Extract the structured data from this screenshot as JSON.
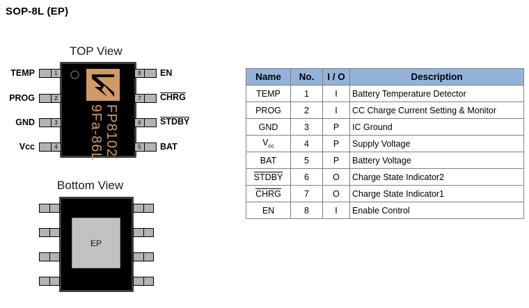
{
  "title": "SOP-8L (EP)",
  "colors": {
    "header_blue": "#93b3db",
    "logo_tan": "#cf9a64",
    "body_black": "#000000",
    "lead_gray": "#b3b3b3",
    "ep_gray": "#c2c2c2"
  },
  "top_view": {
    "heading": "TOP View",
    "marking": {
      "line1": "FP8102",
      "line2": "9Fa-86L"
    },
    "left_pins": [
      {
        "num": "1",
        "label": "TEMP",
        "overline": false
      },
      {
        "num": "2",
        "label": "PROG",
        "overline": false
      },
      {
        "num": "3",
        "label": "GND",
        "overline": false
      },
      {
        "num": "4",
        "label": "Vcc",
        "overline": false
      }
    ],
    "right_pins": [
      {
        "num": "8",
        "label": "EN",
        "overline": false
      },
      {
        "num": "7",
        "label": "CHRG",
        "overline": true
      },
      {
        "num": "6",
        "label": "STDBY",
        "overline": true
      },
      {
        "num": "5",
        "label": "BAT",
        "overline": false
      }
    ]
  },
  "bottom_view": {
    "heading": "Bottom View",
    "pad_label": "EP"
  },
  "pin_table": {
    "headers": [
      "Name",
      "No.",
      "I / O",
      "Description"
    ],
    "rows": [
      {
        "name": "TEMP",
        "overline": false,
        "no": "1",
        "io": "I",
        "desc": "Battery Temperature Detector"
      },
      {
        "name": "PROG",
        "overline": false,
        "no": "2",
        "io": "I",
        "desc": "CC Charge Current Setting & Monitor"
      },
      {
        "name": "GND",
        "overline": false,
        "no": "3",
        "io": "P",
        "desc": "IC Ground"
      },
      {
        "name": "Vcc",
        "overline": false,
        "no": "4",
        "io": "P",
        "desc": "Supply Voltage"
      },
      {
        "name": "BAT",
        "overline": false,
        "no": "5",
        "io": "P",
        "desc": "Battery Voltage"
      },
      {
        "name": "STDBY",
        "overline": true,
        "no": "6",
        "io": "O",
        "desc": "Charge State Indicator2"
      },
      {
        "name": "CHRG",
        "overline": true,
        "no": "7",
        "io": "O",
        "desc": "Charge State Indicator1"
      },
      {
        "name": "EN",
        "overline": false,
        "no": "8",
        "io": "I",
        "desc": "Enable Control"
      }
    ]
  }
}
